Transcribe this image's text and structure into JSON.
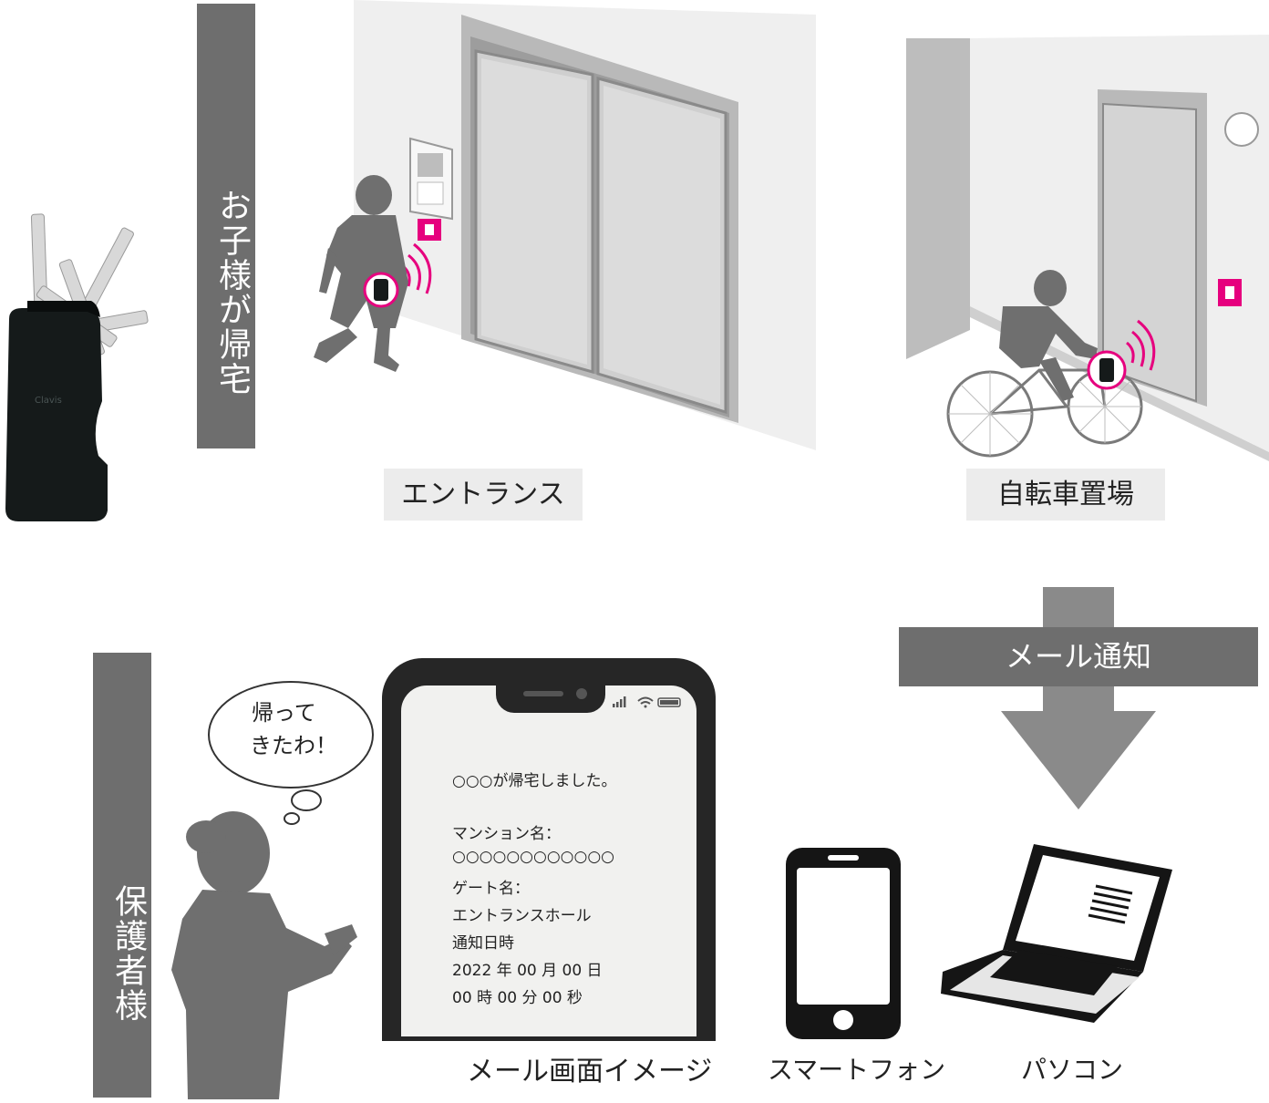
{
  "labels": {
    "child_return": "お子様が帰宅",
    "guardian": "保護者様",
    "entrance": "エントランス",
    "bicycle_parking": "自転車置場",
    "mail_notification": "メール通知",
    "mail_screen_image": "メール画面イメージ",
    "smartphone": "スマートフォン",
    "pc": "パソコン"
  },
  "key_brand": "Clavis",
  "speech_bubble": [
    "帰って",
    "きたわ！"
  ],
  "mail": {
    "lines": [
      "○○○が帰宅しました。",
      "",
      "マンション名：",
      "○○○○○○○○○○○○",
      "ゲート名：",
      "エントランスホール",
      "通知日時",
      "2022 年 00 月 00 日",
      "00 時 00 分 00 秒"
    ]
  },
  "colors": {
    "bar_gray": "#6e6e6e",
    "label_bg": "#ececec",
    "accent_pink": "#e6007e",
    "silhouette": "#6f6f6f",
    "arrow": "#7a7a7a"
  },
  "icons": {
    "reader": "card-reader-icon",
    "signal": "wireless-signal-icon",
    "arrow": "down-arrow-icon"
  }
}
